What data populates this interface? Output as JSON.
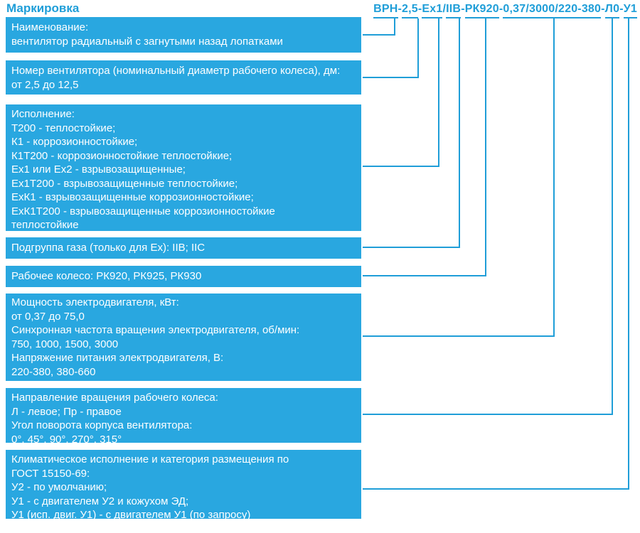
{
  "page": {
    "title": "Маркировка"
  },
  "colors": {
    "accent": "#1f9ed8",
    "box_fill": "#29a7e0",
    "text_on_box": "#ffffff"
  },
  "code": {
    "full": "ВРН-2,5-Ex1/IIB-РК920-0,37/3000/220-380-Л0-У1",
    "parts": [
      {
        "text": "ВРН",
        "underline": true
      },
      {
        "text": "-",
        "underline": false
      },
      {
        "text": "2,5",
        "underline": true
      },
      {
        "text": "-",
        "underline": false
      },
      {
        "text": "Ex1",
        "underline": true
      },
      {
        "text": "/",
        "underline": false
      },
      {
        "text": "IIB",
        "underline": true
      },
      {
        "text": "-",
        "underline": false
      },
      {
        "text": "РК920",
        "underline": true
      },
      {
        "text": "-",
        "underline": false
      },
      {
        "text": "0,37/3000/220-380",
        "underline": true
      },
      {
        "text": "-",
        "underline": false
      },
      {
        "text": "Л0",
        "underline": true
      },
      {
        "text": "-",
        "underline": false
      },
      {
        "text": "У1",
        "underline": true
      }
    ]
  },
  "boxes": [
    {
      "name": "Наименование",
      "text": "Наименование:\nвентилятор радиальный с загнутыми назад лопатками"
    },
    {
      "name": "Номер вентилятора",
      "text": "Номер вентилятора (номинальный диаметр рабочего колеса), дм:\nот 2,5 до 12,5"
    },
    {
      "name": "Исполнение",
      "text": "Исполнение:\nТ200 - теплостойкие;\nК1 - коррозионностойкие;\nК1Т200 - коррозионностойкие теплостойкие;\nEx1 или Ex2 - взрывозащищенные;\nEx1Т200 - взрывозащищенные теплостойкие;\nExК1 - взрывозащищенные коррозионностойкие;\nExК1Т200 - взрывозащищенные коррозионностойкие\nтеплостойкие"
    },
    {
      "name": "Подгруппа газа",
      "text": "Подгруппа газа (только для Ex): IIB; IIC"
    },
    {
      "name": "Рабочее колесо",
      "text": "Рабочее колесо: РК920, РК925, РК930"
    },
    {
      "name": "Электродвигатель",
      "text": "Мощность электродвигателя, кВт:\nот 0,37 до 75,0\nСинхронная частота вращения электродвигателя, об/мин:\n750, 1000, 1500, 3000\nНапряжение питания электродвигателя, В:\n220-380, 380-660"
    },
    {
      "name": "Направление вращения",
      "text": "Направление вращения рабочего колеса:\nЛ - левое; Пр - правое\nУгол поворота корпуса вентилятора:\n0°, 45°, 90°, 270°, 315°"
    },
    {
      "name": "Климатическое исполнение",
      "text": "Климатическое исполнение и категория размещения по\nГОСТ 15150-69:\nУ2 - по умолчанию;\nУ1 - с двигателем У2 и кожухом ЭД;\nУ1 (исп. двиг. У1) - с двигателем У1 (по запросу)"
    }
  ]
}
